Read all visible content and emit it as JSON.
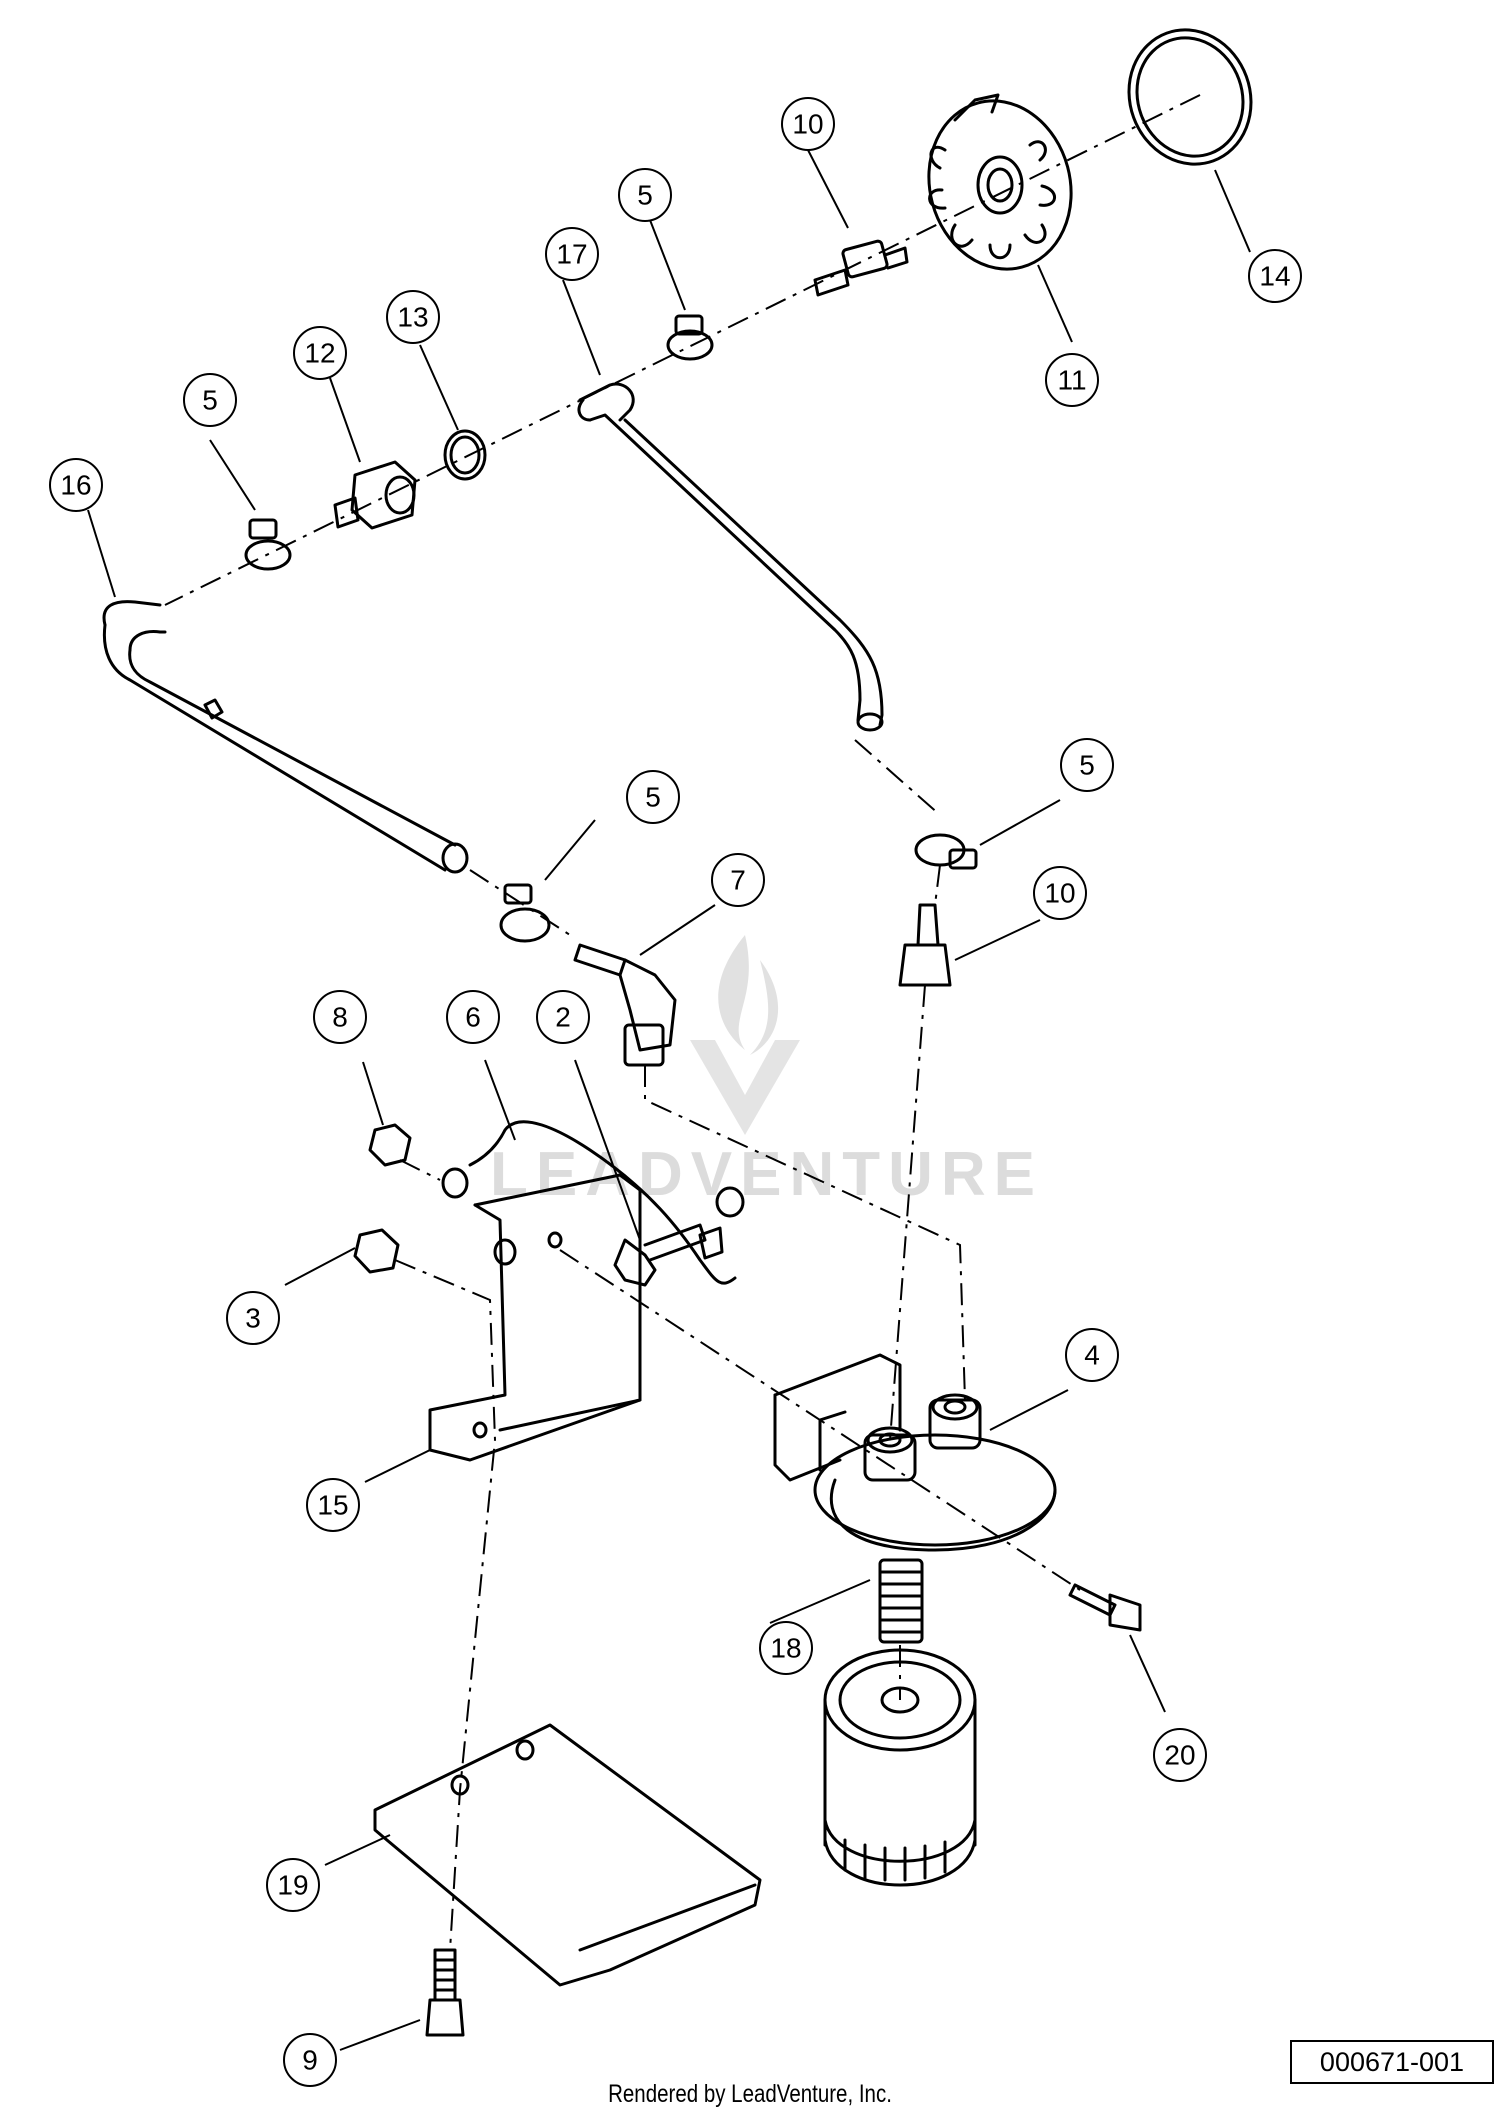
{
  "diagram": {
    "callouts": [
      {
        "id": "c10a",
        "label": "10"
      },
      {
        "id": "c5a",
        "label": "5"
      },
      {
        "id": "c17",
        "label": "17"
      },
      {
        "id": "c13",
        "label": "13"
      },
      {
        "id": "c12",
        "label": "12"
      },
      {
        "id": "c5b",
        "label": "5"
      },
      {
        "id": "c16",
        "label": "16"
      },
      {
        "id": "c14",
        "label": "14"
      },
      {
        "id": "c11",
        "label": "11"
      },
      {
        "id": "c5c",
        "label": "5"
      },
      {
        "id": "c5d",
        "label": "5"
      },
      {
        "id": "c7",
        "label": "7"
      },
      {
        "id": "c10b",
        "label": "10"
      },
      {
        "id": "c8",
        "label": "8"
      },
      {
        "id": "c6",
        "label": "6"
      },
      {
        "id": "c2",
        "label": "2"
      },
      {
        "id": "c3",
        "label": "3"
      },
      {
        "id": "c4",
        "label": "4"
      },
      {
        "id": "c15",
        "label": "15"
      },
      {
        "id": "c18",
        "label": "18"
      },
      {
        "id": "c20",
        "label": "20"
      },
      {
        "id": "c19",
        "label": "19"
      },
      {
        "id": "c9",
        "label": "9"
      }
    ],
    "drawing_number": "000671-001",
    "footer_text": "Rendered by LeadVenture, Inc.",
    "watermark_text": "LEADVENTURE"
  }
}
